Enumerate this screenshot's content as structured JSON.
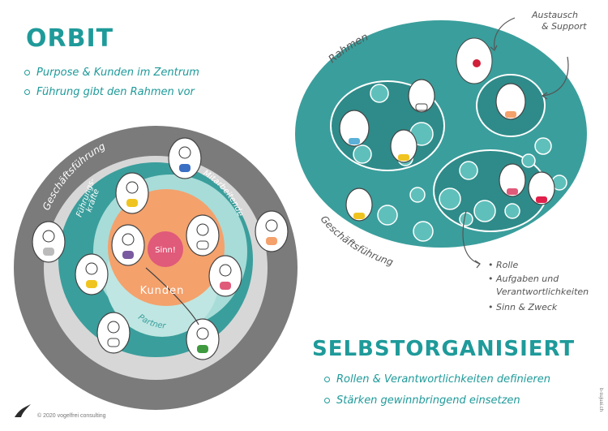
{
  "left": {
    "title": "ORBIT",
    "bullets": [
      "Purpose & Kunden im Zentrum",
      "Führung gibt den Rahmen vor"
    ],
    "ring_labels": {
      "geschaeftsfuehrung": "Geschäftsführung",
      "fuehrungskraefte_1": "Führungs-",
      "fuehrungskraefte_2": "kräfte",
      "mitarbeitende": "Mitarbeitende",
      "kunden": "Kunden",
      "sinn": "Sinn!",
      "partner": "Partner"
    }
  },
  "right": {
    "rahmen_label": "Rahmen",
    "austausch_1": "Austausch",
    "austausch_2": "& Support",
    "geschaeftsfuehrung": "Geschäftsführung",
    "notes": [
      "Rolle",
      "Aufgaben und",
      "Verantwortlichkeiten",
      "Sinn & Zweck"
    ],
    "title": "SELBSTORGANISIERT",
    "bullets": [
      "Rollen & Verantwortlichkeiten definieren",
      "Stärken gewinnbringend einsetzen"
    ]
  },
  "footer": {
    "copyright": "© 2020 vogelfrei consulting",
    "vertical": "b-sujuai.ch"
  },
  "colors": {
    "teal": "#1f9a9a",
    "dark_teal": "#3a9e9c",
    "light_teal": "#a8dcd8",
    "orange": "#f4a16c",
    "gray": "#7b7b7b",
    "light_gray": "#d7d7d7",
    "pink": "#e05a7a"
  }
}
